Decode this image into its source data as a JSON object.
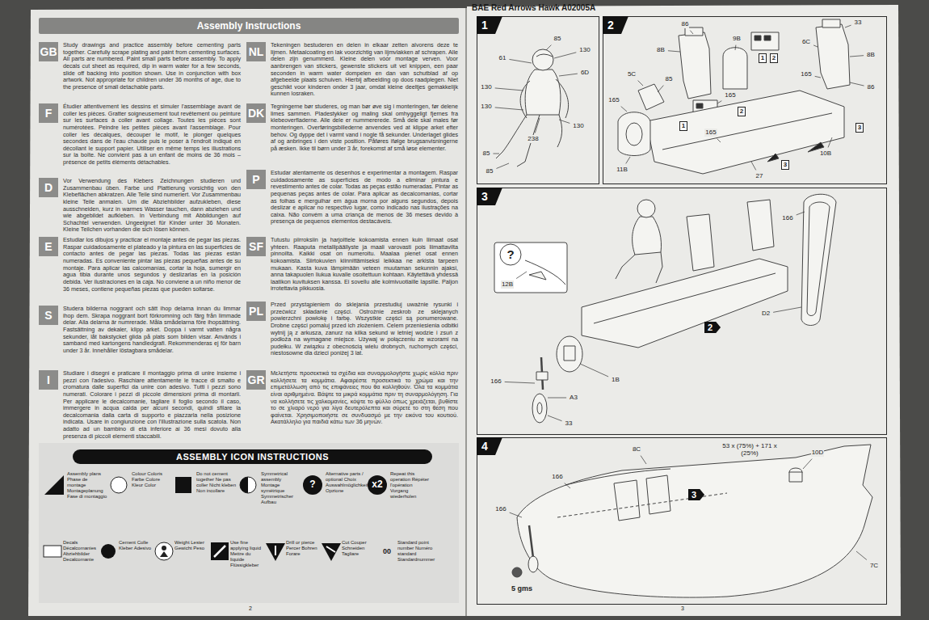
{
  "diagram": {
    "title": "BAE Red Arrows Hawk A02005A",
    "nodes": [
      {
        "text": [
          "Assembly Instructions"
        ]
      },
      {
        "text": [
          "GB",
          "Study drawings and practice assembly before cementing parts together. Carefully scrape plating and paint from cementing surfaces. All parts are numbered. Paint small parts before assembly. To apply decals cut sheet as required, dip in warm water for a few seconds, slide off backing into position shown. Use in conjunction with box artwork. Not appropriate for children under 36 months of age, due to the presence of small detachable parts."
        ]
      },
      {
        "text": [
          "F",
          "Étudier attentivement les dessins et simuler l'assemblage avant de coller les pièces. Gratter soigneusement tout revêtement ou peinture sur les surfaces à coller avant collage. Toutes les pièces sont numérotées. Peindre les petites pièces avant l'assemblage. Pour coller les décalques, découper le motif, le plonger quelques secondes dans de l'eau chaude puis le poser à l'endroit indiqué en décollant le support papier. Utiliser en même temps les illustrations sur la boîte. Ne convient pas à un enfant de moins de 36 mois – présence de petits éléments détachables."
        ]
      },
      {
        "text": [
          "D",
          "Vor Verwendung des Klebers Zeichnungen studieren und Zusammenbau üben. Farbe und Plattierung vorsichtig von den Klebeflächen abkratzen. Alle Teile sind numeriert. Vor Zusammenbau kleine Teile anmalen. Um die Abziehbilder aufzukleben, diese ausschneiden, kurz in warmes Wasser tauchen, dann abziehen und wie abgebildet aufkleben. In Verbindung mit Abbildungen auf Schachtel verwenden. Ungeeignet für Kinder unter 36 Monaten. Kleine Teilchen vorhanden die sich lösen können."
        ]
      },
      {
        "text": [
          "E",
          "Estudiar los dibujos y practicar el montaje antes de pegar las piezas. Raspar cuidadosamente el plateado y la pintura en las superficies de contacto antes de pegar las piezas. Todas las piezas están numeradas. Es conveniente pintar las piezas pequeñas antes de su montaje. Para aplicar las calcomanías, cortar la hoja, sumergir en agua tibia durante unos segundos y deslizarlas en la posición debida. Ver ilustraciones en la caja. No conviene a un niño menor de 36 meses, contiene pequeñas piezas que pueden soltarse."
        ]
      },
      {
        "text": [
          "S",
          "Studera bilderna noggrant och sätt ihop delarna innan du limmar ihop dem. Skrapa noggrant bort förkromning och färg från limmade delar. Alla delarna är numrerade. Måla smådelarna före ihopsättning. Fastsättning av dekaler, klipp arket. Doppa i varmt vatten några sekunder, låt bakstycket glida på plats som bilden visar. Används i samband med kartongens handledgrafi. Rekommenderas ej för barn under 3 år. Innehåller löstagbara smådelar."
        ]
      },
      {
        "text": [
          "I",
          "Studiare i disegni e praticare il montaggio prima di unire insieme i pezzi con l'adesivo. Raschiare attentamente le tracce di smalto e cromatura dalle superfici da unire con adesivo. Tutti i pezzi sono numerati. Colorare i pezzi di piccole dimensioni prima di montarli. Per applicare le decalcomanie, tagliare il foglio secondo il caso, immergere in acqua calda per alcuni secondi, quindi sfilare la decalcomania dalla carta di supporto e piazzarla nella posizione indicata. Usare in congiunzione con l'illustrazione sulla scatola. Non adatto ad un bambino di età inferiore ai 36 mesi dovuto alla presenza di piccoli elementi staccabili."
        ]
      },
      {
        "text": [
          "NL",
          "Tekeningen bestuderen en delen in elkaar zetten alvorens deze te lijmen. Metaalcoating en lak voorzichtig van lijmvlakken af schrapen. Alle delen zijn genummerd. Kleine delen vóór montage verven. Voor aanbrengen van stickers, gewenste stickers uit vel knippen, een paar seconden in warm water dompelen en dan van schutblad af op afgebeelde plaats schuiven. Hierbij afbeelding op doos raadplegen. Niet geschikt voor kinderen onder 3 jaar, omdat kleine deeltjes gemakkelijk kunnen losraken."
        ]
      },
      {
        "text": [
          "DK",
          "Tegningerne bør studeres, og man bør øve sig i monteringen, før delene limes sammen. Pladestykker og maling skal omhyggeligt fjernes fra klebeoverfladerne. Alle dele er nummererede. Små dele skal males før monteringen. Overføringsbillederne anvendes ved at klippe arket efter behov. Og dyppe det i varmt vand i nogle få sekunder. Underlaget glides af og anbringes i den viste position. Påføres ifølge brugsanvisningerne på æsken. Ikke til børn under 3 år, forekomst af små løse elementer."
        ]
      },
      {
        "text": [
          "P",
          "Estudar atentamente os desenhos e experimentar a montagem. Raspar cuidadosamente as superfícies de modo a eliminar pintura e revestimento antes de colar. Todas as peças estão numeradas. Pintar as pequenas peças antes de colar. Para aplicar as decalcomanias, cortar as folhas e mergulhar em água morna por alguns segundos, depois deslizar e aplicar no respectivo lugar, como indicado nas ilustrações na caixa. Não convém a uma criança de menos de 36 meses devido à presença de pequenos elementos destacáveis."
        ]
      },
      {
        "text": [
          "SF",
          "Tutustu piirroksiin ja harjoittele kokoamista ennen kuin liimaat osat yhteen. Raaputa metallipäällyste ja maali varovasti pois liimattavilta pinnoilta. Kaikki osat on numeroitu. Maalaa pienet osat ennen kokoamista. Siirtokuvien kiinnittämiseksi leikkaa ne arkista tarpeen mukaan. Kasta kuva lämpimään veteen muutaman sekunnin ajaksi, anna takapuolen liukua kuvalle osoitettuun kohtaan. Käytettävä yhdessä laatikon kuvituksen kanssa. Ei sovellu alle kolmivuotiaille lapsille. Paljon irrotettavia pikkuosia."
        ]
      },
      {
        "text": [
          "PL",
          "Przed przystąpieniem do sklejania przestudiuj uważnie rysunki i przećwicz składanie części. Ostrożnie zeskrob ze sklejanych powierzchni powłokę i farbę. Wszystkie części są ponumerowane. Drobne części pomaluj przed ich złożeniem. Celem przeniesienia odbitki wytnij ją z arkusza, zanurz na kilka sekund w letniej wodzie i zsuń z podłoża na wymagane miejsce. Używaj w połączeniu ze wzorami na pudełku. W związku z obecnością wielu drobnych, ruchomych części, niestosowne dla dzieci poniżej 3 lat."
        ]
      },
      {
        "text": [
          "GR",
          "Μελετήστε προσεκτικά τα σχέδια και συναρμολογήστε χωρίς κόλλα πριν κολλήσετε τα κομμάτια. Αφαιρέστε προσεκτικά το χρώμα και την επιμετάλλωση από τις επιφάνειες που θα κολληθούν. Όλα τα κομμάτια είναι αριθμημένα. Βάψτε τα μικρά κομμάτια πριν τη συναρμολόγηση. Για να κολλήσετε τις χαλκομανίες, κόψτε το φύλλο όπως χρειάζεται, βυθίστε το σε χλιαρό νερό για λίγα δευτερόλεπτα και σύρετέ το στη θέση που φαίνεται. Χρησιμοποιήστε σε συνδυασμό με την εικόνα του κουτιού. Ακατάλληλο για παιδιά κάτω των 36 μηνών."
        ]
      },
      {
        "text": [
          "ASSEMBLY ICON INSTRUCTIONS"
        ]
      },
      {
        "text": [
          "1"
        ]
      },
      {
        "text": [
          "2"
        ]
      },
      {
        "text": [
          "3"
        ]
      },
      {
        "text": [
          "4"
        ]
      }
    ],
    "labels": [
      "2",
      "3",
      "85",
      "130",
      "61",
      "6D",
      "130",
      "130",
      "130",
      "238",
      "85",
      "85",
      "86",
      "9B",
      "6C",
      "33",
      "8B",
      "165",
      "8B",
      "86",
      "5C",
      "85",
      "165",
      "165",
      "165",
      "11B",
      "10B",
      "27",
      "1",
      "2",
      "1",
      "2",
      "3",
      "3",
      "166",
      "12B",
      "D2",
      "1B",
      "166",
      "A3",
      "33",
      "2",
      "8C",
      "53 x (75%) + 171 x (25%)",
      "10D",
      "166",
      "166",
      "7C",
      "5 gms",
      "3",
      "?",
      "?",
      "x2",
      "00"
    ],
    "legend": [
      {
        "text": "Assembly plans Phase de montage Montageplanung Fase di montaggio"
      },
      {
        "text": "Colour Coloris Farbe Colore Kleur Color"
      },
      {
        "text": "Do not cement together Ne pas coller Nicht kleben Non incollare"
      },
      {
        "text": "Symmetrical assembly Montage symétrique Symmetrischer Aufbau"
      },
      {
        "text": "Alternative parts / optional Choix Auswahlmöglichkeit Opzione"
      },
      {
        "text": "Repeat this operation Répéter l'opération Vorgang wiederholen"
      },
      {
        "text": "Decals Décalcomanies Abziehbilder Decalcomanie"
      },
      {
        "text": "Cement Colle Kleber Adesivo"
      },
      {
        "text": "Weight Lester Gewicht Peso"
      },
      {
        "text": "Use fine applying liquid Mettre du liquide Flüssigkleber"
      },
      {
        "text": "Drill or pierce Percer Bohren Forare"
      },
      {
        "text": "Cut Couper Schneiden Tagliare"
      },
      {
        "text": "Standard point number Numéro standard Standardnummer"
      }
    ]
  }
}
